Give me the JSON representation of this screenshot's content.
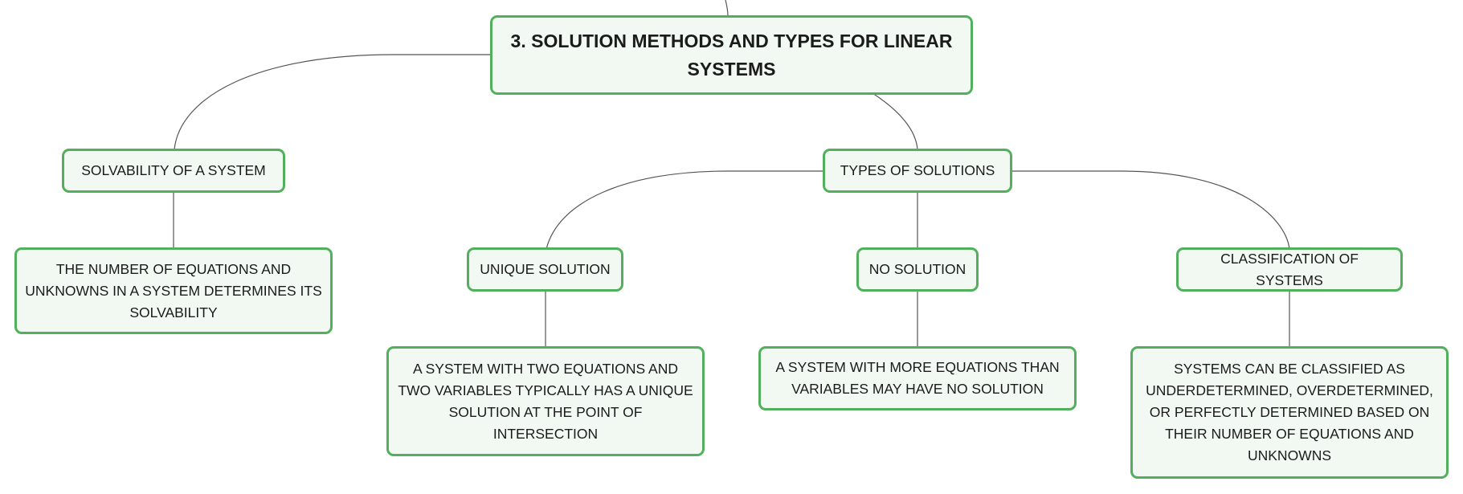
{
  "diagram": {
    "colors": {
      "node_border": "#52b05c",
      "node_fill": "#f1f9f2",
      "connector": "#555555",
      "text": "#1b1b1b"
    },
    "nodes": {
      "root": "3. SOLUTION METHODS AND TYPES FOR LINEAR SYSTEMS",
      "solvability": "SOLVABILITY OF A SYSTEM",
      "solvability_detail": "THE NUMBER OF EQUATIONS AND UNKNOWNS IN A SYSTEM DETERMINES ITS SOLVABILITY",
      "types": "TYPES OF SOLUTIONS",
      "unique": "UNIQUE SOLUTION",
      "unique_detail": "A SYSTEM WITH TWO EQUATIONS AND TWO VARIABLES TYPICALLY HAS A UNIQUE SOLUTION AT THE POINT OF INTERSECTION",
      "none": "NO SOLUTION",
      "none_detail": "A SYSTEM WITH MORE EQUATIONS THAN VARIABLES MAY HAVE NO SOLUTION",
      "classification": "CLASSIFICATION OF SYSTEMS",
      "classification_detail": "SYSTEMS CAN BE CLASSIFIED AS UNDERDETERMINED, OVERDETERMINED, OR PERFECTLY DETERMINED BASED ON THEIR NUMBER OF EQUATIONS AND UNKNOWNS"
    }
  }
}
